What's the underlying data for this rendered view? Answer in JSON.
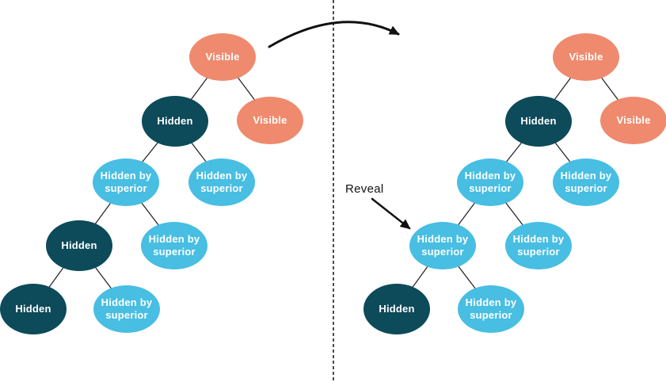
{
  "diagram_title": "",
  "annotation": {
    "reveal_label": "Reveal"
  },
  "icons": {
    "transition_arrow": "curved-right-arrow",
    "reveal_arrow": "diagonal-down-right-arrow",
    "divider": "vertical-dashed-line"
  },
  "colors": {
    "visible": "#EF8A6E",
    "hidden": "#0D4A5A",
    "hidden_by_superior": "#47BEE2",
    "line": "#111111",
    "background": "#FFFFFF"
  },
  "trees": {
    "before": {
      "nodes": [
        {
          "label": "Visible",
          "state": "visible"
        },
        {
          "label": "Hidden",
          "state": "hidden"
        },
        {
          "label": "Visible",
          "state": "visible"
        },
        {
          "label": "Hidden by superior",
          "state": "hidden-by-superior"
        },
        {
          "label": "Hidden by superior",
          "state": "hidden-by-superior"
        },
        {
          "label": "Hidden",
          "state": "hidden"
        },
        {
          "label": "Hidden by superior",
          "state": "hidden-by-superior"
        },
        {
          "label": "Hidden",
          "state": "hidden"
        },
        {
          "label": "Hidden by superior",
          "state": "hidden-by-superior"
        }
      ]
    },
    "after": {
      "nodes": [
        {
          "label": "Visible",
          "state": "visible"
        },
        {
          "label": "Hidden",
          "state": "hidden"
        },
        {
          "label": "Visible",
          "state": "visible"
        },
        {
          "label": "Hidden by superior",
          "state": "hidden-by-superior"
        },
        {
          "label": "Hidden by superior",
          "state": "hidden-by-superior"
        },
        {
          "label": "Hidden by superior",
          "state": "hidden-by-superior"
        },
        {
          "label": "Hidden by superior",
          "state": "hidden-by-superior"
        },
        {
          "label": "Hidden",
          "state": "hidden"
        },
        {
          "label": "Hidden by superior",
          "state": "hidden-by-superior"
        }
      ]
    }
  }
}
